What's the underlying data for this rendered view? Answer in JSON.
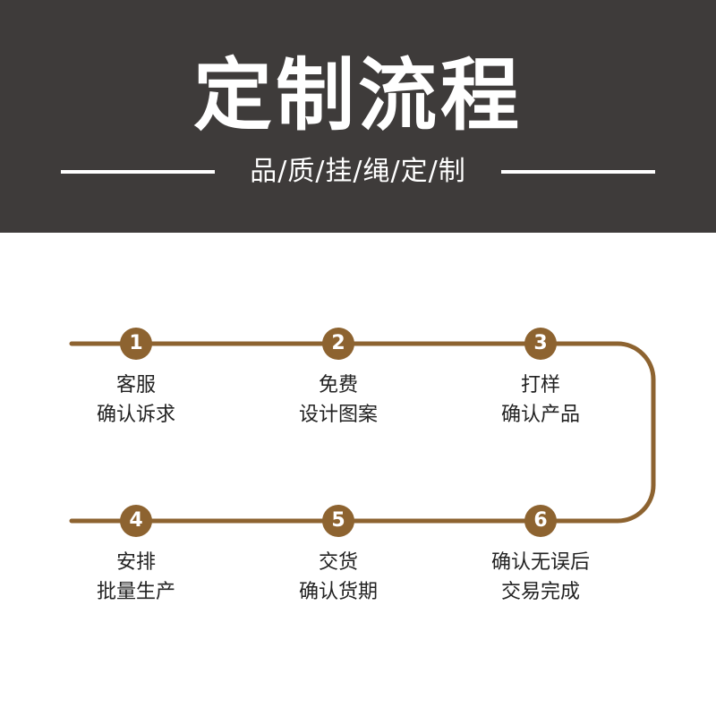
{
  "header": {
    "title": "定制流程",
    "subtitle": "品/质/挂/绳/定/制"
  },
  "colors": {
    "header_bg": "#3e3b3a",
    "accent": "#8d6330",
    "text": "#222222"
  },
  "steps": [
    {
      "num": "1",
      "line1": "客服",
      "line2": "确认诉求"
    },
    {
      "num": "2",
      "line1": "免费",
      "line2": "设计图案"
    },
    {
      "num": "3",
      "line1": "打样",
      "line2": "确认产品"
    },
    {
      "num": "4",
      "line1": "安排",
      "line2": "批量生产"
    },
    {
      "num": "5",
      "line1": "交货",
      "line2": "确认货期"
    },
    {
      "num": "6",
      "line1": "确认无误后",
      "line2": "交易完成"
    }
  ]
}
